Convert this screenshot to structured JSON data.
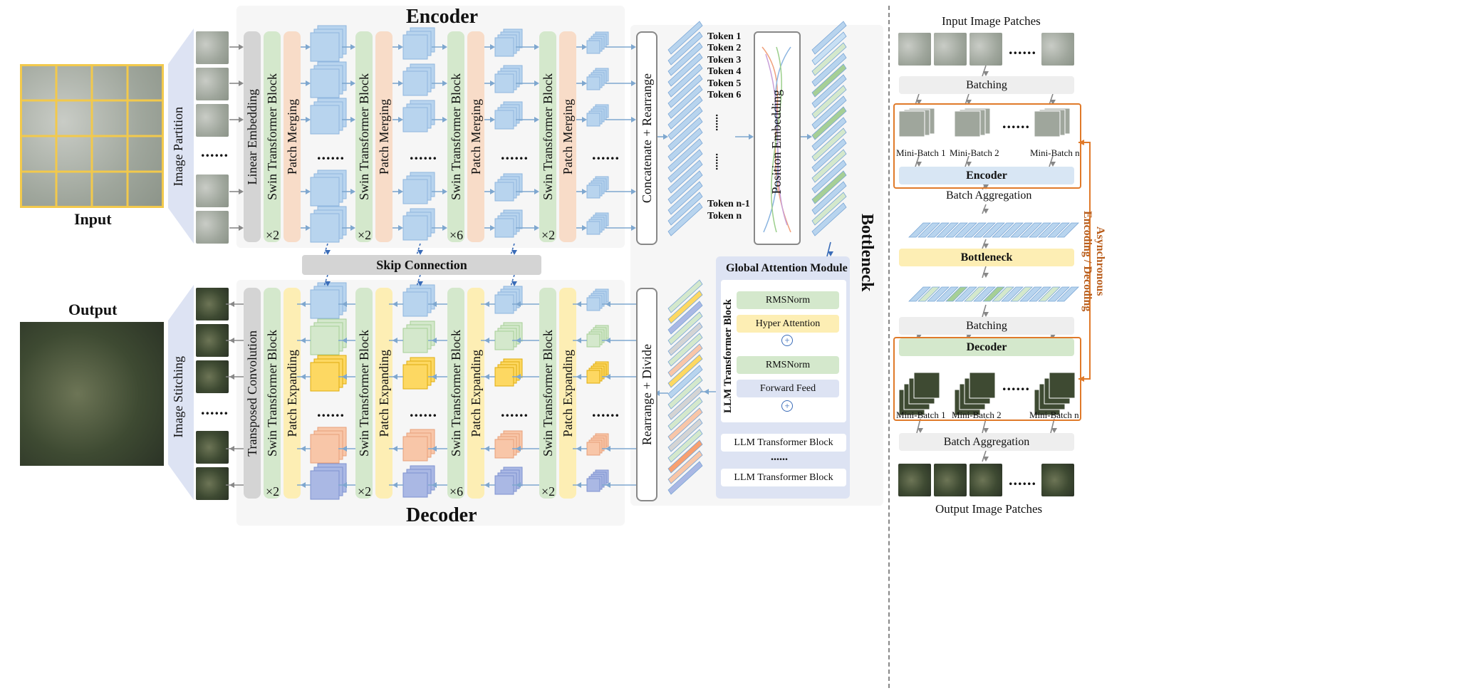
{
  "titles": {
    "encoder": "Encoder",
    "decoder": "Decoder",
    "bottleneck": "Bottleneck",
    "input": "Input",
    "output": "Output"
  },
  "labels": {
    "image_partition": "Image Partition",
    "image_stitching": "Image Stitching",
    "linear_embedding": "Linear Embedding",
    "transposed_convolution": "Transposed Convolution",
    "swin_block": "Swin Transformer Block",
    "patch_merging": "Patch Merging",
    "patch_expanding": "Patch Expanding",
    "skip_connection": "Skip Connection",
    "concat_rearrange": "Concatenate + Rearrange",
    "rearrange_divide": "Rearrange + Divide",
    "position_embedding": "Position Embedding",
    "ellipsis": "......",
    "vellipsis": "......"
  },
  "multipliers": {
    "m1": "×2",
    "m2": "×2",
    "m3": "×6",
    "m4": "×2"
  },
  "tokens": [
    "Token 1",
    "Token 2",
    "Token 3",
    "Token 4",
    "Token 5",
    "Token 6",
    "Token n-1",
    "Token n"
  ],
  "gam": {
    "title": "Global Attention Module",
    "block_label": "LLM Transformer Block",
    "rmsnorm": "RMSNorm",
    "hyper_attention": "Hyper Attention",
    "forward_feed": "Forward Feed",
    "llm_block": "LLM Transformer Block",
    "plus": "+"
  },
  "right": {
    "input_patches": "Input Image Patches",
    "batching": "Batching",
    "mini_batch_1": "Mini-Batch 1",
    "mini_batch_2": "Mini-Batch 2",
    "mini_batch_n": "Mini-Batch n",
    "encoder": "Encoder",
    "batch_aggregation": "Batch Aggregation",
    "bottleneck": "Bottleneck",
    "decoder": "Decoder",
    "output_patches": "Output Image Patches",
    "async_line1": "Asynchronous",
    "async_line2": "Encoding / Decoding"
  },
  "colors": {
    "blue": "#b8d4ee",
    "green": "#d4e8cc",
    "peach": "#f8dcc8",
    "yellow": "#fdeeb4",
    "grey": "#d4d4d4",
    "lavender": "#dde3f3",
    "orange": "#e07a2a",
    "arrow": "#7ea7cf"
  }
}
